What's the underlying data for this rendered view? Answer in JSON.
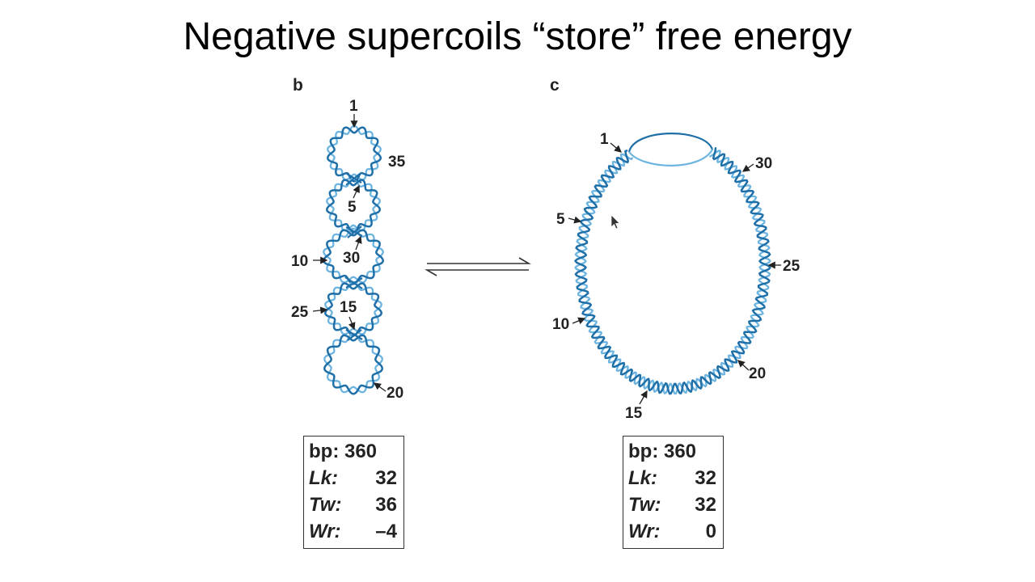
{
  "title": "Negative supercoils “store” free energy",
  "panel_b": {
    "letter": "b",
    "labels": [
      "1",
      "35",
      "5",
      "10",
      "30",
      "25",
      "15",
      "20"
    ],
    "stats": {
      "bp": "bp: 360",
      "lk_key": "Lk:",
      "lk_val": "32",
      "tw_key": "Tw:",
      "tw_val": "36",
      "wr_key": "Wr:",
      "wr_val": "–4"
    }
  },
  "panel_c": {
    "letter": "c",
    "labels": [
      "1",
      "30",
      "5",
      "25",
      "10",
      "20",
      "15"
    ],
    "stats": {
      "bp": "bp: 360",
      "lk_key": "Lk:",
      "lk_val": "32",
      "tw_key": "Tw:",
      "tw_val": "32",
      "wr_key": "Wr:",
      "wr_val": "0"
    }
  },
  "colors": {
    "dna_dark": "#1f6fa8",
    "dna_light": "#6db4e0"
  },
  "icons": {
    "equilibrium": "equilibrium-arrows-icon",
    "cursor": "mouse-pointer-icon"
  }
}
